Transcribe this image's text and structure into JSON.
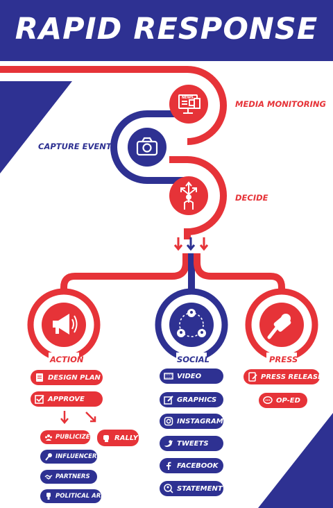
{
  "title": "RAPID RESPONSE",
  "colors": {
    "red": "#e63338",
    "blue": "#2e3192",
    "white": "#ffffff"
  },
  "steps": {
    "media_monitoring": "MEDIA MONITORING",
    "capture_event": "CAPTURE EVENT",
    "decide": "DECIDE"
  },
  "branches": {
    "action": "ACTION",
    "social": "SOCIAL",
    "press": "PRESS"
  },
  "action_items": {
    "design_plan": "DESIGN PLAN",
    "approve": "APPROVE",
    "publicize": "PUBLICIZE",
    "rally": "RALLY",
    "influencers": "INFLUENCERS",
    "partners": "PARTNERS",
    "political_arm": "POLITICAL ARM"
  },
  "social_items": {
    "video": "VIDEO",
    "graphics": "GRAPHICS",
    "instagram": "INSTAGRAM",
    "tweets": "TWEETS",
    "facebook": "FACEBOOK",
    "statement": "STATEMENT"
  },
  "press_items": {
    "press_release": "PRESS RELEASE",
    "op_ed": "OP-ED"
  },
  "icons": [
    "news-monitor-icon",
    "camera-icon",
    "decision-arrows-icon",
    "megaphone-icon",
    "network-people-icon",
    "microphone-icon",
    "film-icon",
    "edit-icon",
    "instagram-icon",
    "twitter-icon",
    "facebook-icon",
    "speech-icon",
    "checkbox-icon",
    "document-icon",
    "handshake-icon",
    "fist-icon",
    "chat-icon"
  ]
}
